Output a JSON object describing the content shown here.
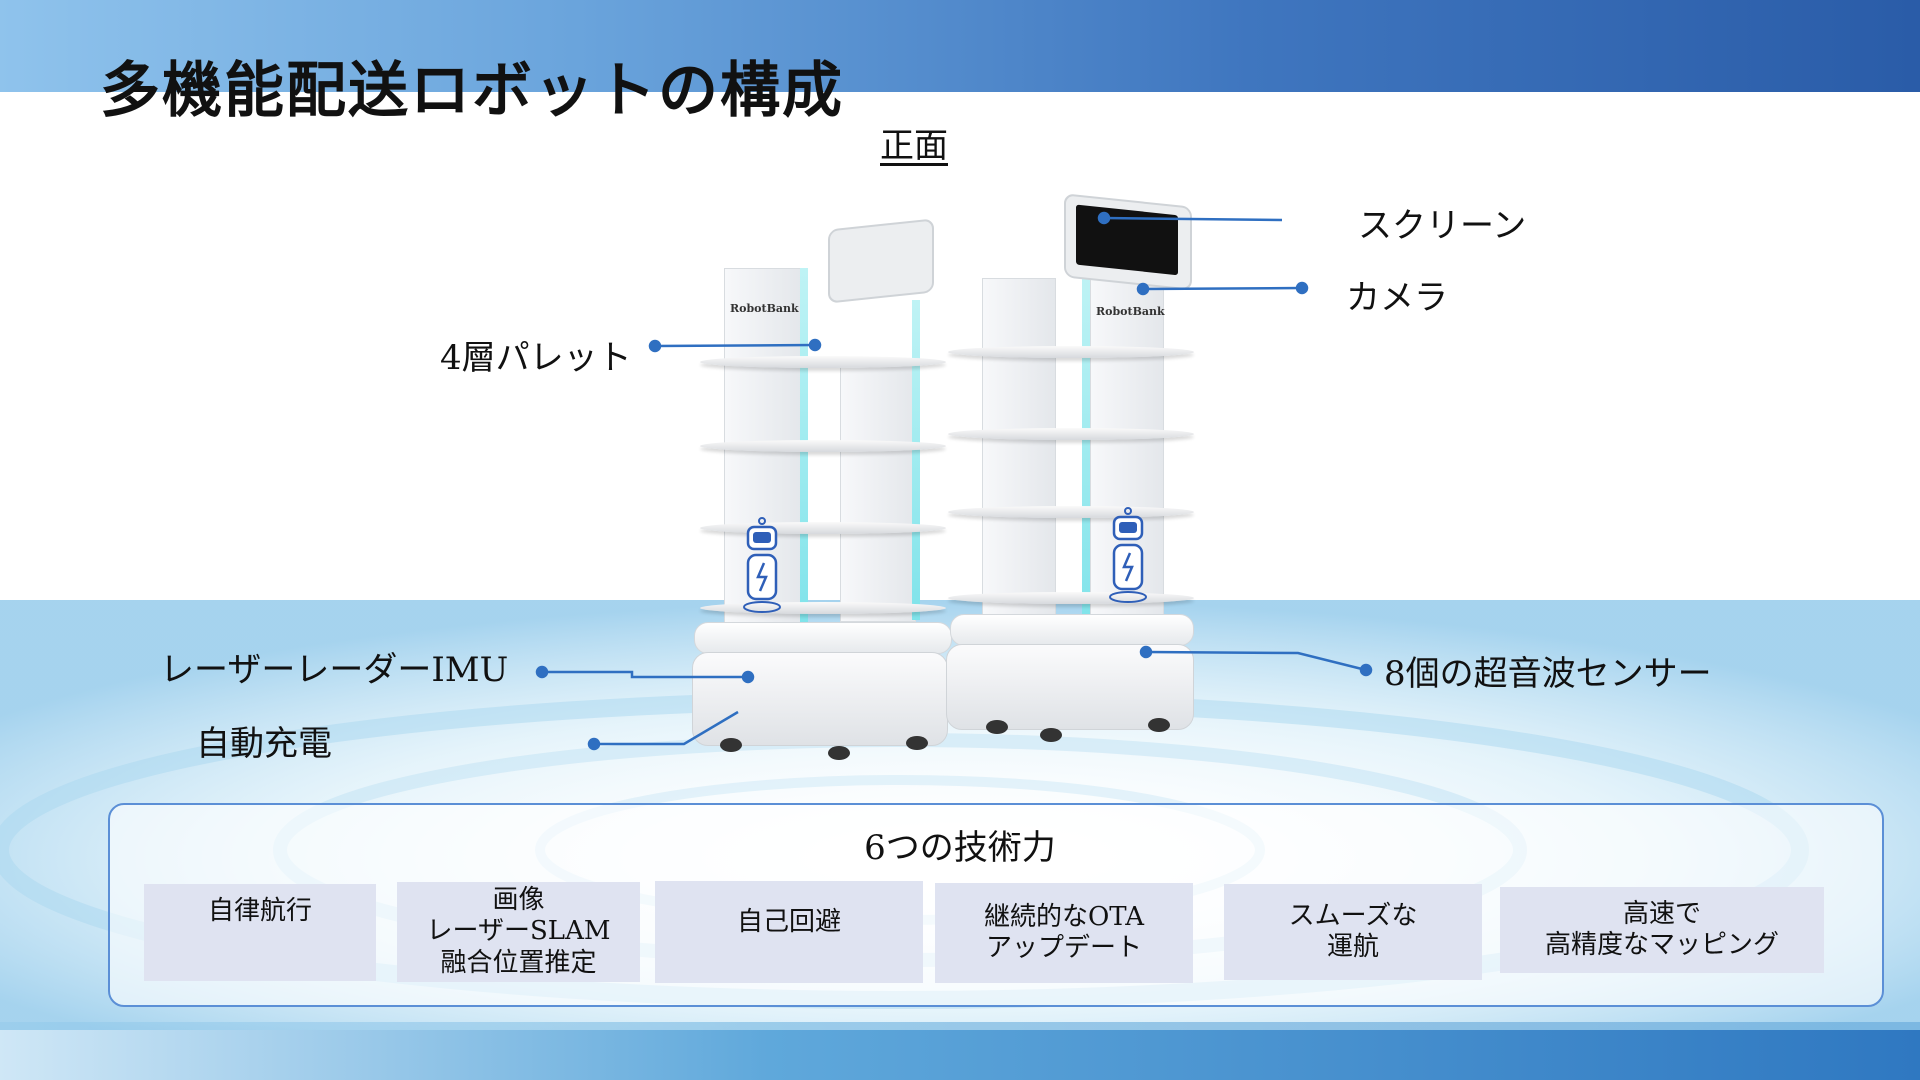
{
  "slide": {
    "title": "多機能配送ロボットの構成",
    "view_label": "正面"
  },
  "callouts": {
    "screen": "スクリーン",
    "camera": "カメラ",
    "pallet": "4層パレット",
    "laser": "レーザーレーダーIMU",
    "charging": "自動充電",
    "ultrasonic": "8個の超音波センサー"
  },
  "robot_brand": "RobotBank",
  "tech": {
    "title": "6つの技術力",
    "items": [
      "自律航行",
      "画像\nレーザーSLAM\n融合位置推定",
      "自己回避",
      "継続的なOTA\nアップデート",
      "スムーズな\n運航",
      "高速で\n高精度なマッピング"
    ]
  },
  "colors": {
    "accent": "#2f6fc1",
    "tile_bg": "#dfe3f1",
    "box_border": "#5b8fd6"
  }
}
